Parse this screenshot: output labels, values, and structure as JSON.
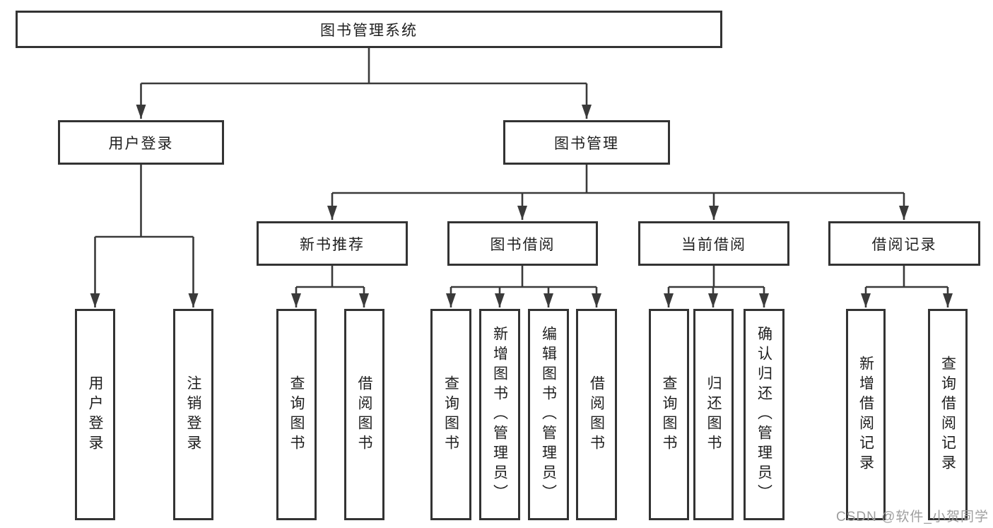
{
  "colors": {
    "line": "#3a3a3a",
    "box_border": "#333333",
    "box_fill": "#ffffff",
    "text": "#1f1f1f",
    "background": "#ffffff",
    "watermark": "#9e9e9e"
  },
  "watermark": {
    "text": "CSDN @软件_小贺同学"
  },
  "tree": {
    "root": {
      "label": "图书管理系统"
    },
    "branches": [
      {
        "label": "用户登录",
        "children": [
          {
            "label": "用户登录"
          },
          {
            "label": "注销登录"
          }
        ]
      },
      {
        "label": "图书管理",
        "children": [
          {
            "label": "新书推荐",
            "children": [
              {
                "label": "查询图书"
              },
              {
                "label": "借阅图书"
              }
            ]
          },
          {
            "label": "图书借阅",
            "children": [
              {
                "label": "查询图书"
              },
              {
                "label": "新增图书（管理员）"
              },
              {
                "label": "编辑图书（管理员）"
              },
              {
                "label": "借阅图书"
              }
            ]
          },
          {
            "label": "当前借阅",
            "children": [
              {
                "label": "查询图书"
              },
              {
                "label": "归还图书"
              },
              {
                "label": "确认归还（管理员）"
              }
            ]
          },
          {
            "label": "借阅记录",
            "children": [
              {
                "label": "新增借阅记录"
              },
              {
                "label": "查询借阅记录"
              }
            ]
          }
        ]
      }
    ]
  }
}
